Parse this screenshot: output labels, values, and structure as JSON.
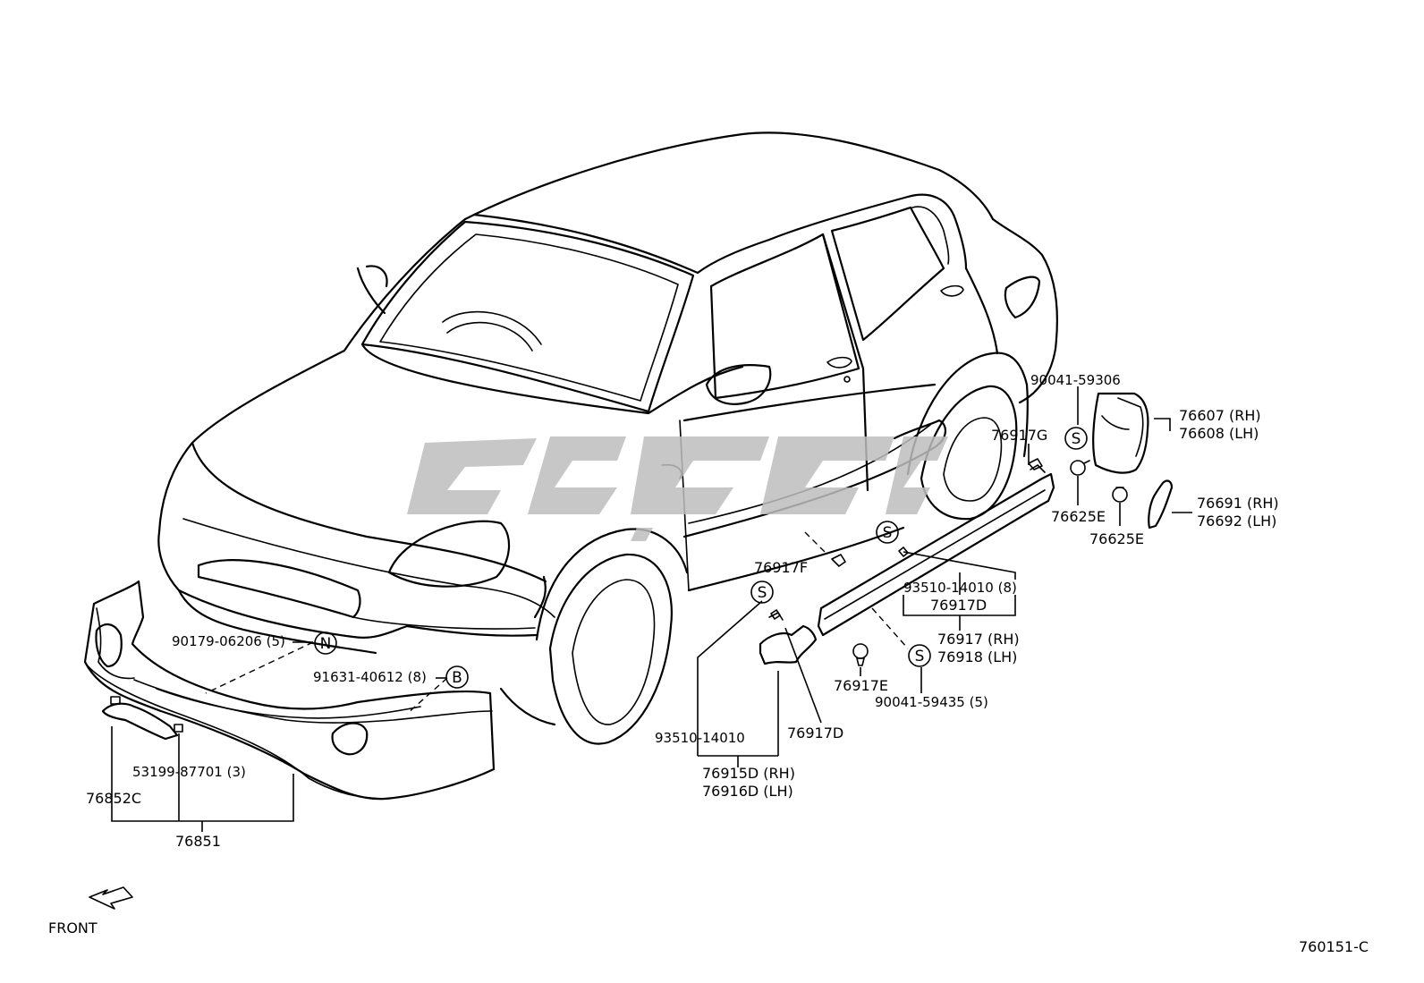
{
  "diagram_code": "760151-C",
  "front_label": "FRONT",
  "markers": {
    "n": "N",
    "b": "B",
    "s": "S"
  },
  "parts": {
    "p90041_59306": "90041-59306",
    "p76607": "76607 (RH)",
    "p76608": "76608 (LH)",
    "p76917G": "76917G",
    "p76625E_a": "76625E",
    "p76625E_b": "76625E",
    "p76691": "76691 (RH)",
    "p76692": "76692 (LH)",
    "p93510_14010_8": "93510-14010 (8)",
    "p76917F": "76917F",
    "p76917D_a": "76917D",
    "p76917": "76917 (RH)",
    "p76918": "76918 (LH)",
    "p76917E": "76917E",
    "p90041_59435": "90041-59435 (5)",
    "p93510_14010": "93510-14010",
    "p76917D_b": "76917D",
    "p76915D": "76915D (RH)",
    "p76916D": "76916D (LH)",
    "p90179_06206": "90179-06206 (5)",
    "p91631_40612": "91631-40612 (8)",
    "p53199_87701": "53199-87701 (3)",
    "p76852C": "76852C",
    "p76851": "76851"
  }
}
